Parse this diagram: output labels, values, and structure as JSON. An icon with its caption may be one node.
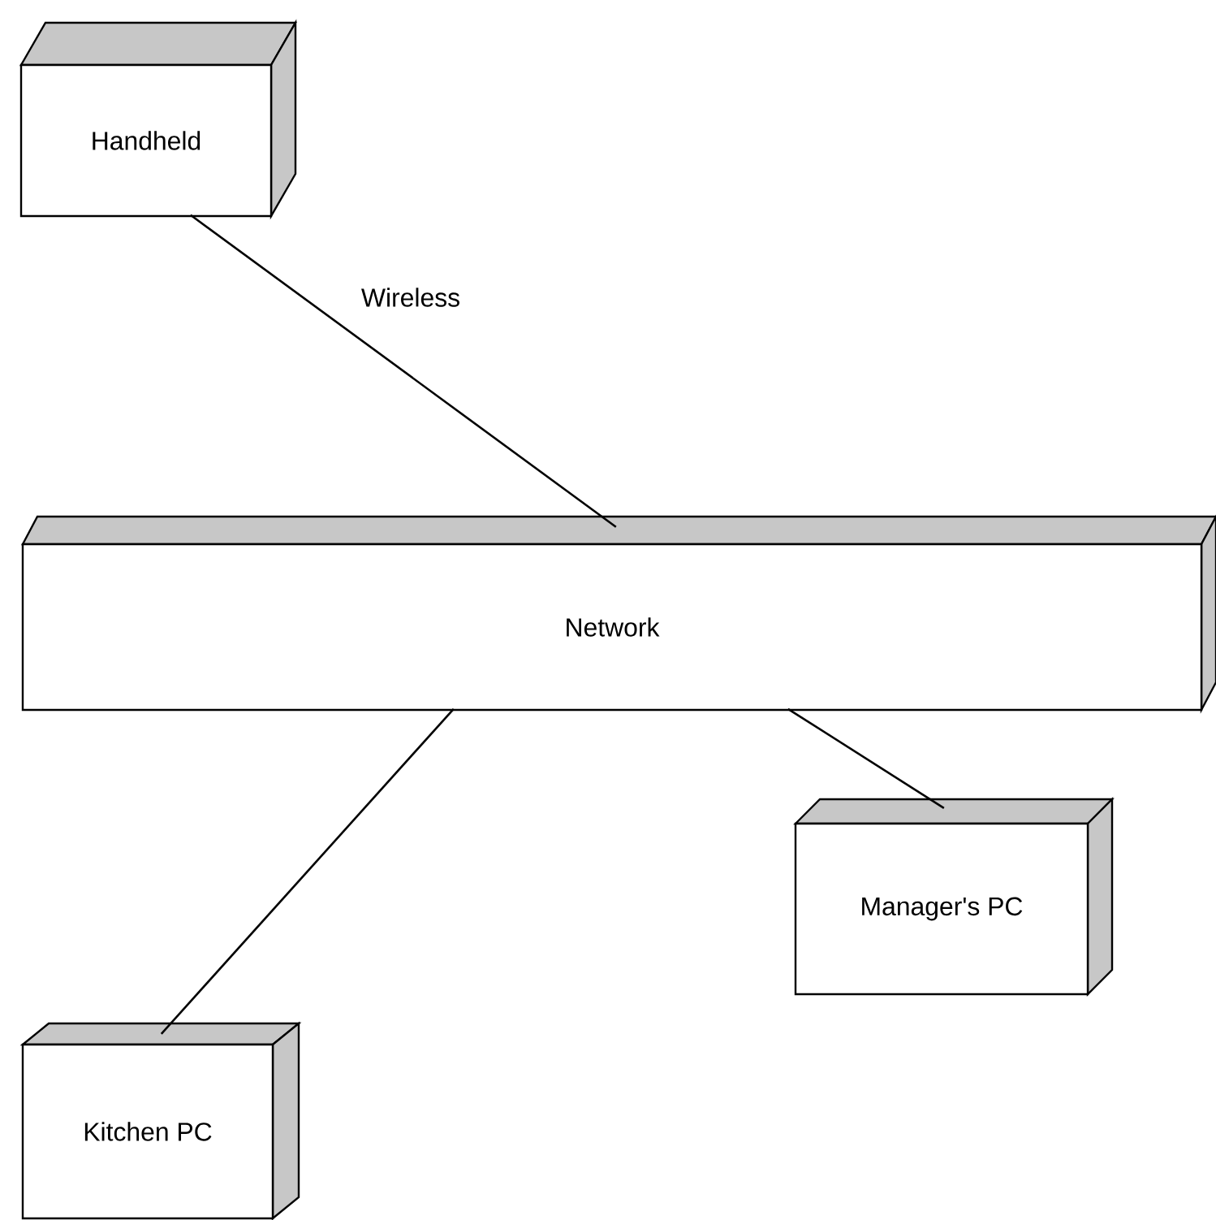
{
  "diagram": {
    "nodes": [
      {
        "text": [
          "Handheld"
        ]
      },
      {
        "text": [
          "Network"
        ]
      },
      {
        "text": [
          "Manager's PC"
        ]
      },
      {
        "text": [
          "Kitchen PC"
        ]
      }
    ],
    "edges": [
      {
        "from": 0,
        "to": 1,
        "arrow": "none",
        "label": "Wireless"
      },
      {
        "from": 1,
        "to": 3,
        "arrow": "none"
      },
      {
        "from": 1,
        "to": 2,
        "arrow": "none"
      }
    ]
  }
}
